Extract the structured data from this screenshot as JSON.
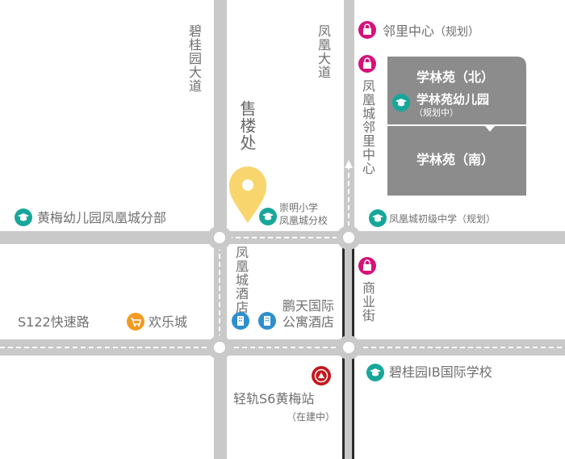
{
  "roads": {
    "biguiyuan_avenue": "碧桂园大道",
    "fenghuang_avenue": "凤凰大道",
    "fenghuang_neighborhood": "凤凰城邻里中心",
    "fenghuang_hotel": "凤凰城酒店",
    "commercial_street": "商业街",
    "s122": "S122快速路"
  },
  "sales_office": "售楼处",
  "pois": {
    "neighborhood_center": "邻里中心",
    "neighborhood_center_note": "（规划）",
    "huangmei_kindergarten": "黄梅幼儿园凤凰城分部",
    "chongming_school_line1": "崇明小学",
    "chongming_school_line2": "凤凰城分校",
    "fenghuang_middle_school": "凤凰城初级中学（规划）",
    "happy_city": "欢乐城",
    "pengtian_line1": "鹏天国际",
    "pengtian_line2": "公寓酒店",
    "ib_school": "碧桂园IB国际学校",
    "metro_station": "轻轨S6黄梅站",
    "metro_note": "（在建中）"
  },
  "blocks": {
    "north": "学林苑（北）",
    "kindergarten": "学林苑幼儿园",
    "kindergarten_note": "（规划中）",
    "south": "学林苑（南）"
  },
  "colors": {
    "road": "#c9c9c9",
    "block": "#8c8c8c",
    "school": "#16a79a",
    "shop": "#d5127a",
    "mall": "#f29a1f",
    "hotel": "#2d8fce",
    "metro": "#c4161c",
    "pin": "#f8d66d"
  }
}
